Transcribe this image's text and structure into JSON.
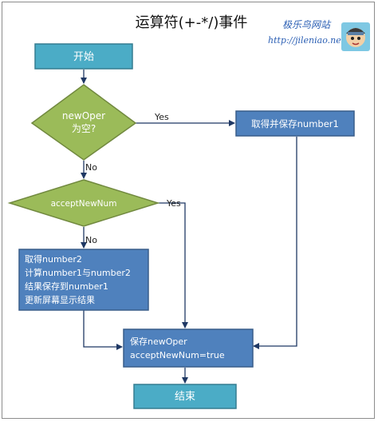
{
  "title": "运算符(+-*/)事件",
  "site": {
    "name": "极乐鸟网站",
    "url": "http://jileniao.net"
  },
  "nodes": {
    "start": "开始",
    "decision_newoper": [
      "newOper",
      "为空?"
    ],
    "save_number1": "取得并保存number1",
    "decision_acceptnewnum": "acceptNewNum",
    "compute": [
      "取得number2",
      "计算number1与number2",
      "结果保存到number1",
      "更新屏幕显示结果"
    ],
    "save_oper": [
      "保存newOper",
      "acceptNewNum=true"
    ],
    "end": "结束"
  },
  "edge_labels": {
    "yes1": "Yes",
    "no1": "No",
    "yes2": "Yes",
    "no2": "No"
  },
  "colors": {
    "terminal": "#4bacc6",
    "decision": "#9bbb59",
    "process": "#4f81bd",
    "arrow": "#1f3864"
  },
  "icons": {
    "mascot": "bird-mascot-icon"
  }
}
